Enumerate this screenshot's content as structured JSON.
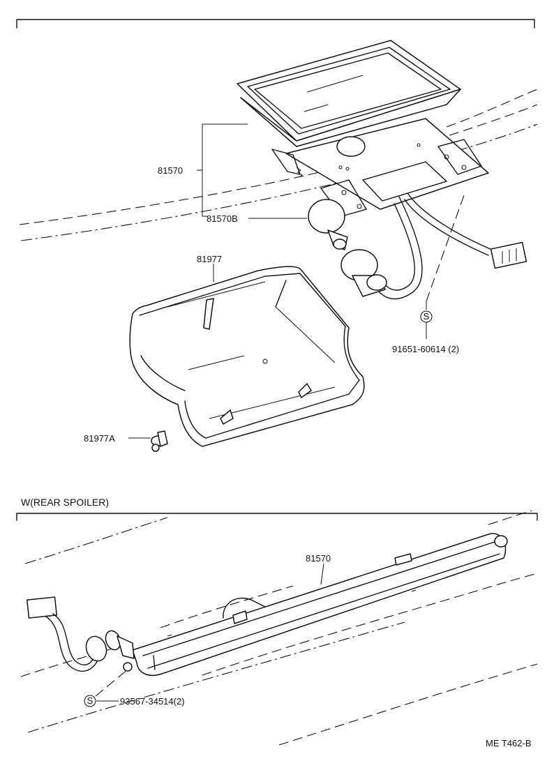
{
  "labels": {
    "housing_assy": "81570",
    "bulb": "81570B",
    "cover": "81977",
    "cover_clip": "81977A",
    "screw_top": "91651-60614 (2)",
    "section_title": "W(REAR SPOILER)",
    "spoiler_lamp": "81570",
    "screw_bottom": "93567-34514(2)",
    "figure_code": "ME T462-B",
    "screw_marker": "S"
  }
}
